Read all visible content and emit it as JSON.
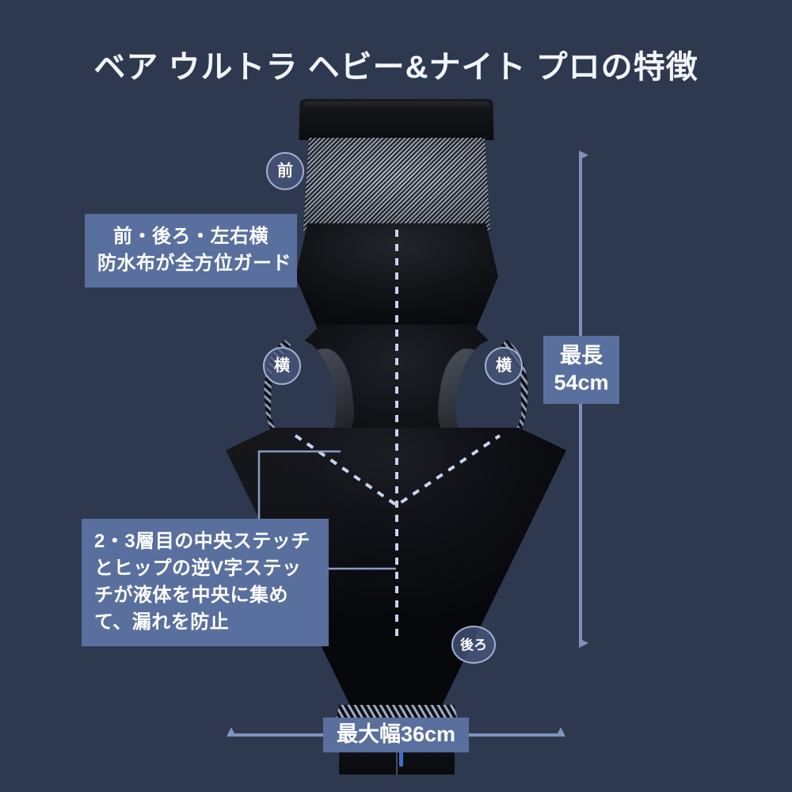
{
  "page": {
    "title": "ベア ウルトラ ヘビー&ナイト プロの特徴",
    "background_color": "#2e3950",
    "accent_color": "#596f9e",
    "arrow_color": "#7f92bd",
    "text_color": "#ffffff"
  },
  "callouts": {
    "waterproof": {
      "line1": "前・後ろ・左右横",
      "line2": "防水布が全方位ガード"
    },
    "stitch": {
      "line1": "2・3層目の中央ステッチ",
      "line2": "とヒップの逆V字ステッ",
      "line3": "チが液体を中央に集め",
      "line4": "て、漏れを防止"
    }
  },
  "badges": {
    "front": "前",
    "side_left": "横",
    "side_right": "横",
    "back": "後ろ"
  },
  "measurements": {
    "length": {
      "caption": "最長",
      "value": "54cm"
    },
    "width": {
      "label": "最大幅36cm"
    }
  }
}
